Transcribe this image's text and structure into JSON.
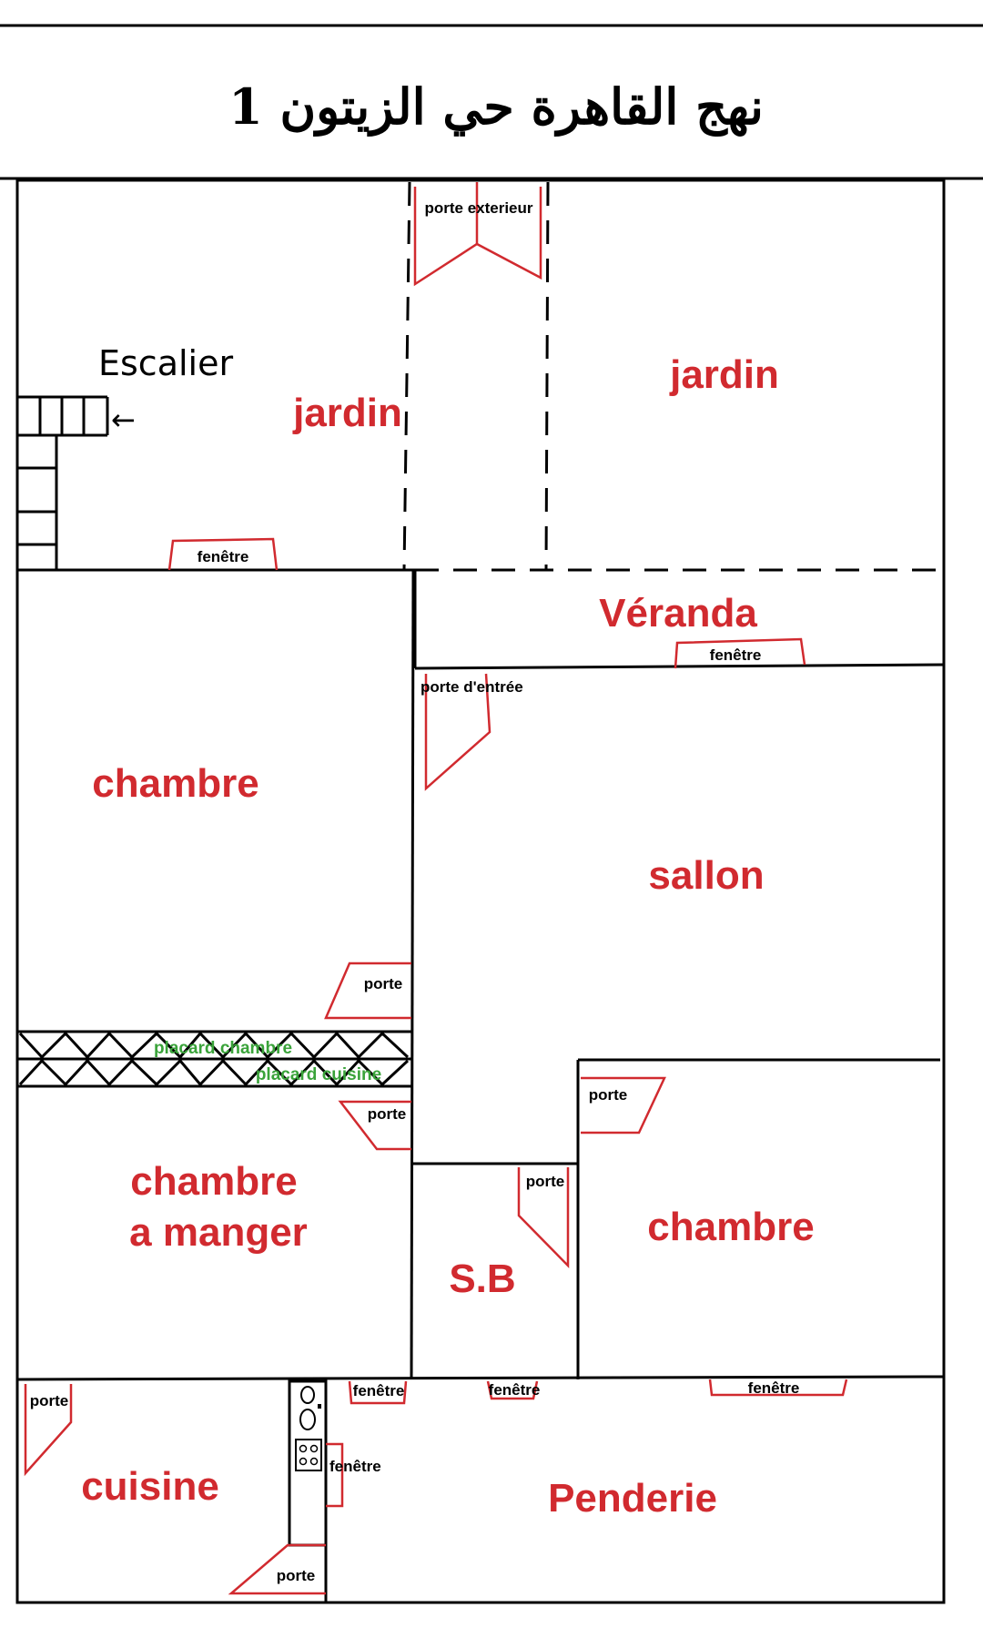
{
  "title": "نهج القاهرة حي الزيتون 1",
  "colors": {
    "room_label": "#d12a2f",
    "closet_label": "#3aa33a",
    "wall": "#000000",
    "opening": "#d12a2f"
  },
  "rooms": {
    "jardin_left": "jardin",
    "jardin_right": "jardin",
    "veranda": "Véranda",
    "chambre_top": "chambre",
    "sallon": "sallon",
    "chambre_a_manger_line1": "chambre",
    "chambre_a_manger_line2": "a manger",
    "sb": "S.B",
    "chambre_right": "chambre",
    "cuisine": "cuisine",
    "penderie": "Penderie"
  },
  "stairs": {
    "label": "Escalier",
    "arrow": "←"
  },
  "closets": {
    "placard_chambre": "placard chambre",
    "placard_cuisine": "placard cuisine"
  },
  "openings": {
    "porte_exterieur": "porte exterieur",
    "fenetre_jardin": "fenêtre",
    "fenetre_veranda": "fenêtre",
    "porte_entree": "porte d'entrée",
    "porte_chambre": "porte",
    "porte_manger": "porte",
    "porte_chambre_right": "porte",
    "porte_sb": "porte",
    "porte_cuisine": "porte",
    "porte_bottom": "porte",
    "fenetre_bottom_1": "fenêtre",
    "fenetre_bottom_2": "fenêtre",
    "fenetre_bottom_3": "fenêtre",
    "fenetre_cuisine": "fenêtre"
  }
}
